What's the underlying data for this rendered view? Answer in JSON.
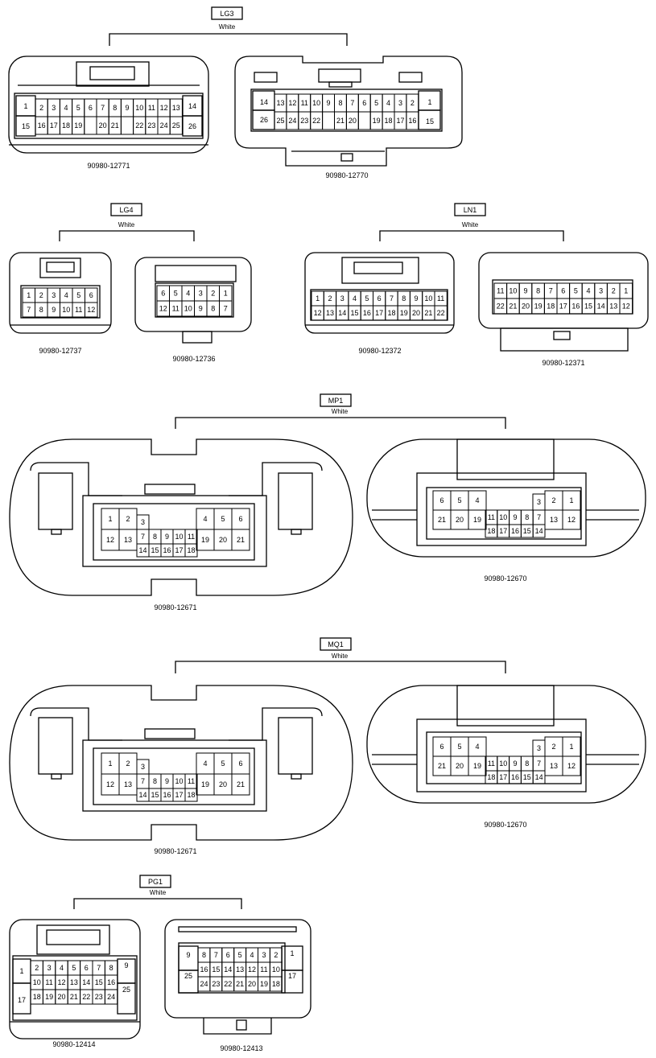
{
  "groups": [
    {
      "name": "LG3",
      "color": "White"
    },
    {
      "name": "LG4",
      "color": "White"
    },
    {
      "name": "LN1",
      "color": "White"
    },
    {
      "name": "MP1",
      "color": "White"
    },
    {
      "name": "MQ1",
      "color": "White"
    },
    {
      "name": "PG1",
      "color": "White"
    }
  ],
  "parts": {
    "lg3_left": "90980-12771",
    "lg3_right": "90980-12770",
    "lg4_left": "90980-12737",
    "lg4_right": "90980-12736",
    "ln1_left": "90980-12372",
    "ln1_right": "90980-12371",
    "mp1_left": "90980-12671",
    "mp1_right": "90980-12670",
    "mq1_left": "90980-12671",
    "mq1_right": "90980-12670",
    "pg1_left": "90980-12414",
    "pg1_right": "90980-12413"
  },
  "pins": {
    "lg3_left": {
      "top": [
        "2",
        "3",
        "4",
        "5",
        "6",
        "7",
        "8",
        "9",
        "10",
        "11",
        "12",
        "13"
      ],
      "bottom": [
        "16",
        "17",
        "18",
        "19",
        "",
        "20",
        "21",
        "",
        "22",
        "23",
        "24",
        "25"
      ],
      "edge_left_top": "1",
      "edge_left_bottom": "15",
      "edge_right_top": "14",
      "edge_right_bottom": "26"
    },
    "lg3_right": {
      "top": [
        "13",
        "12",
        "11",
        "10",
        "9",
        "8",
        "7",
        "6",
        "5",
        "4",
        "3",
        "2"
      ],
      "bottom": [
        "25",
        "24",
        "23",
        "22",
        "",
        "21",
        "20",
        "",
        "19",
        "18",
        "17",
        "16"
      ],
      "edge_left_top": "14",
      "edge_left_bottom": "26",
      "edge_right_top": "1",
      "edge_right_bottom": "15"
    },
    "lg4_left": {
      "top": [
        "1",
        "2",
        "3",
        "4",
        "5",
        "6"
      ],
      "bottom": [
        "7",
        "8",
        "9",
        "10",
        "11",
        "12"
      ]
    },
    "lg4_right": {
      "top": [
        "6",
        "5",
        "4",
        "3",
        "2",
        "1"
      ],
      "bottom": [
        "12",
        "11",
        "10",
        "9",
        "8",
        "7"
      ]
    },
    "ln1_left": {
      "top": [
        "1",
        "2",
        "3",
        "4",
        "5",
        "6",
        "7",
        "8",
        "9",
        "10",
        "11"
      ],
      "bottom": [
        "12",
        "13",
        "14",
        "15",
        "16",
        "17",
        "18",
        "19",
        "20",
        "21",
        "22"
      ]
    },
    "ln1_right": {
      "top": [
        "11",
        "10",
        "9",
        "8",
        "7",
        "6",
        "5",
        "4",
        "3",
        "2",
        "1"
      ],
      "bottom": [
        "22",
        "21",
        "20",
        "19",
        "18",
        "17",
        "16",
        "15",
        "14",
        "13",
        "12"
      ]
    },
    "mp_left": {
      "lt": [
        "1",
        "2"
      ],
      "lb": [
        "12",
        "13"
      ],
      "c3": "3",
      "mid": [
        "7",
        "8",
        "9",
        "10",
        "11"
      ],
      "low": [
        "14",
        "15",
        "16",
        "17",
        "18"
      ],
      "rt": [
        "4",
        "5",
        "6"
      ],
      "rb": [
        "19",
        "20",
        "21"
      ]
    },
    "mp_right": {
      "lt": [
        "6",
        "5",
        "4"
      ],
      "lb": [
        "21",
        "20",
        "19"
      ],
      "mid": [
        "11",
        "10",
        "9",
        "8",
        "7"
      ],
      "low": [
        "18",
        "17",
        "16",
        "15",
        "14"
      ],
      "c3": "3",
      "rt": [
        "2",
        "1"
      ],
      "rb": [
        "13",
        "12"
      ]
    },
    "pg1_left": {
      "top": [
        "2",
        "3",
        "4",
        "5",
        "6",
        "7",
        "8"
      ],
      "mid": [
        "10",
        "11",
        "12",
        "13",
        "14",
        "15",
        "16"
      ],
      "bot": [
        "18",
        "19",
        "20",
        "21",
        "22",
        "23",
        "24"
      ],
      "edge_left_top": "1",
      "edge_left_bottom": "17",
      "edge_right_top": "9",
      "edge_right_bottom": "25"
    },
    "pg1_right": {
      "top": [
        "8",
        "7",
        "6",
        "5",
        "4",
        "3",
        "2"
      ],
      "mid": [
        "16",
        "15",
        "14",
        "13",
        "12",
        "11",
        "10"
      ],
      "bot": [
        "24",
        "23",
        "22",
        "21",
        "20",
        "19",
        "18"
      ],
      "edge_left_top": "9",
      "edge_left_bottom": "25",
      "edge_right_top": "1",
      "edge_right_bottom": "17"
    }
  }
}
